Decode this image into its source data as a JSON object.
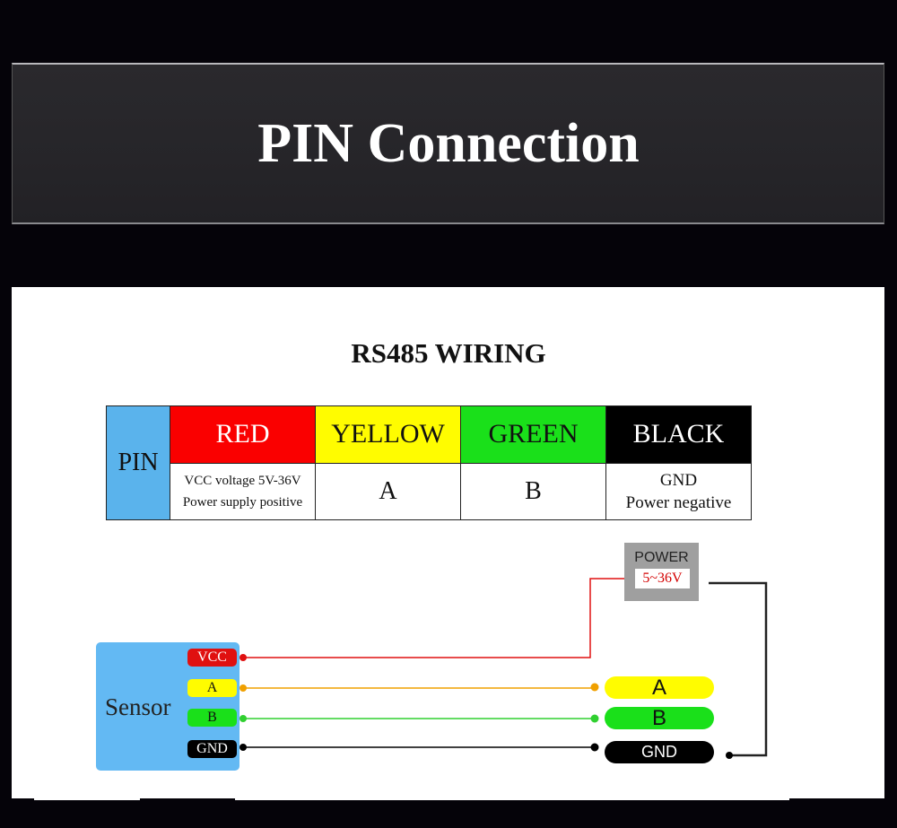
{
  "banner": {
    "title": "PIN Connection"
  },
  "diagram": {
    "title": "RS485 WIRING",
    "table": {
      "pin_label": "PIN",
      "columns": [
        {
          "color_name": "RED",
          "color": "#fa0000",
          "desc_lines": [
            "VCC voltage 5V-36V",
            "Power supply positive"
          ]
        },
        {
          "color_name": "YELLOW",
          "color": "#fffc00",
          "desc_lines": [
            "A"
          ]
        },
        {
          "color_name": "GREEN",
          "color": "#1ae01a",
          "desc_lines": [
            "B"
          ]
        },
        {
          "color_name": "BLACK",
          "color": "#000000",
          "desc_lines": [
            "GND",
            "Power negative"
          ]
        }
      ]
    },
    "sensor": {
      "label": "Sensor",
      "pins": [
        "VCC",
        "A",
        "B",
        "GND"
      ]
    },
    "power": {
      "label": "POWER",
      "voltage": "5~36V"
    },
    "terminals": [
      "A",
      "B",
      "GND"
    ],
    "colors": {
      "vcc": "#e01010",
      "a": "#f0a000",
      "b": "#30d030",
      "gnd": "#000000",
      "sensor": "#63b9f3"
    }
  }
}
